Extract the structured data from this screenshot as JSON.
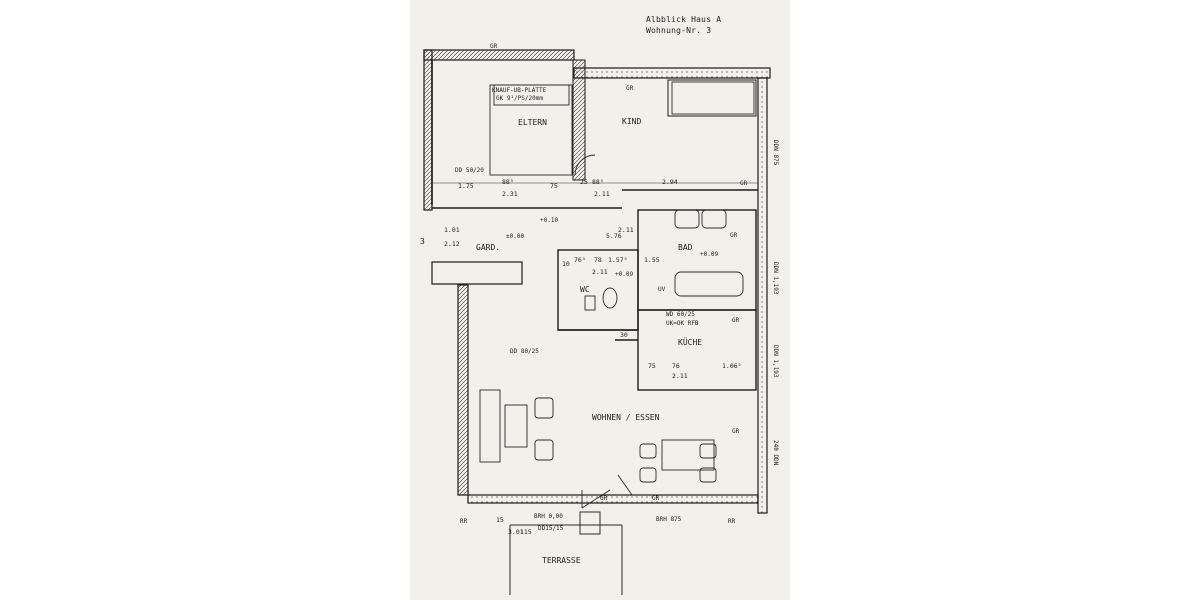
{
  "header": {
    "line1": "Albblick  Haus A",
    "line2": "Wohnung-Nr. 3"
  },
  "rooms": {
    "eltern": "ELTERN",
    "kind": "KIND",
    "gard": "GARD.",
    "bad": "BAD",
    "wc": "WC",
    "kueche": "KÜCHE",
    "wohnen": "WOHNEN / ESSEN",
    "terrasse": "TERRASSE"
  },
  "annotations": {
    "knauf1": "KNAUF-UB-PLATTE",
    "knauf2": "GK 9¹/PS/20mm",
    "dd50": "DD 50/20",
    "dd80": "DD 80/25",
    "dd15": "DD15/15",
    "wd1": "WD 60/25",
    "wd2": "UK=OK RFB",
    "brh0": "BRH 0,00",
    "brh875": "BRH 875",
    "uv": "UV",
    "axis3": "3"
  },
  "gr_labels": [
    "GR",
    "GR",
    "GR",
    "GR",
    "GR",
    "GR",
    "GR",
    "GR"
  ],
  "rr_labels": [
    "RR",
    "RR"
  ],
  "levels": {
    "l000": "±0.00",
    "l010": "+0.10",
    "l009a": "+0.09",
    "l009b": "+0.09"
  },
  "dims": {
    "d175": "1.75",
    "d885a": "88⁵",
    "d231": "2.31",
    "d75a": "75",
    "d25": "25",
    "d885b": "88⁵",
    "d211a": "2.11",
    "d294": "2.94",
    "d101": "1.01",
    "d212": "2.12",
    "d576": "5.76",
    "d211b": "2.11",
    "d10": "10",
    "d76a": "76⁵",
    "d78": "78",
    "d157": "1.57⁵",
    "d211c": "2.11",
    "d155": "1.55",
    "d30": "30",
    "d75b": "75",
    "d76b": "76",
    "d211d": "2.11",
    "d106": "1.06⁵",
    "d301": "3.01",
    "d115": "115",
    "d15": "15"
  },
  "margin_notes": [
    "DDN 875",
    "DDN 1,193",
    "DDN 1,193",
    "240 DDN"
  ]
}
